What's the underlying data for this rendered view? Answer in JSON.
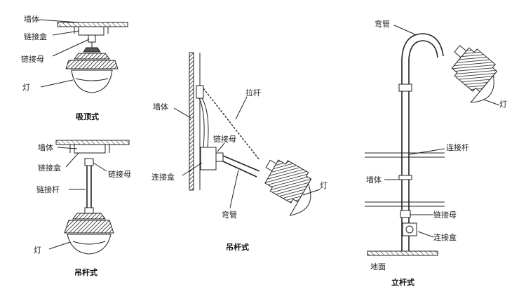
{
  "labels": {
    "ceiling_wall": "墙体",
    "ceiling_box": "链接盒",
    "ceiling_nut": "链接母",
    "ceiling_lamp": "灯",
    "ceiling_caption": "吸顶式",
    "pend_wall": "墙体",
    "pend_box": "链接盒",
    "pend_nut": "链接母",
    "pend_rod": "链接杆",
    "pend_lamp": "灯",
    "pend_caption": "吊杆式",
    "wall_wall": "墙体",
    "wall_pull": "拉杆",
    "wall_nut": "链接母",
    "wall_box": "连接盒",
    "wall_lamp": "灯",
    "wall_elbow": "弯管",
    "wall_caption": "吊杆式",
    "pole_elbow": "弯管",
    "pole_lamp": "灯",
    "pole_rod": "连接杆",
    "pole_wall": "墙体",
    "pole_nut": "链接母",
    "pole_box": "连接盒",
    "pole_ground": "地面",
    "pole_caption": "立杆式"
  }
}
